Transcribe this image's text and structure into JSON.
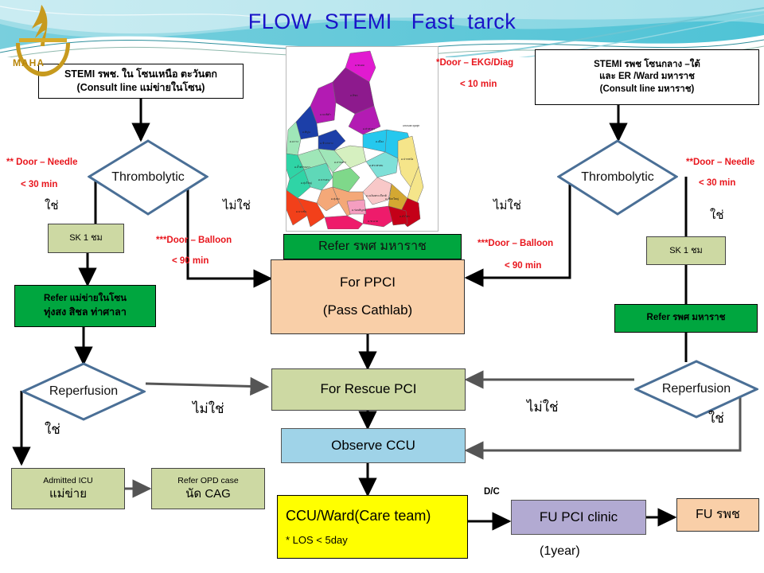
{
  "header": {
    "title": "FLOW  STEMI   Fast  tarck",
    "logo_text": "MAHA",
    "logo_icon": "temple-flame-logo",
    "banner_colors": {
      "teal": "#5cc8d8",
      "light_teal": "#a9e2ea",
      "white": "#ffffff"
    }
  },
  "colors": {
    "title": "#1a13c8",
    "annotation_red": "#e8161d",
    "green_box": "#00a63f",
    "sage_box": "#cdd9a3",
    "peach_box": "#f9cfa8",
    "blue_box": "#9fd3e8",
    "yellow_box": "#ffff00",
    "purple_box": "#b2aad2",
    "diamond_stroke": "#4a6f96",
    "arrow_black": "#000000",
    "arrow_gray": "#555555"
  },
  "nodes": {
    "start_left": {
      "line1": "STEMI  รพช. ใน โซนเหนือ    ตะวันตก",
      "line2": "(Consult   line  แม่ข่ายในโซน)"
    },
    "start_right": {
      "line1": "STEMI   รพช  โซนกลาง –ใต้",
      "line2": "และ  ER /Ward  มหาราช",
      "line3": "(Consult  line มหาราช)"
    },
    "thrombolytic_left": {
      "label": "Thrombolytic"
    },
    "thrombolytic_right": {
      "label": "Thrombolytic"
    },
    "sk_left": {
      "label": "SK  1 ชม"
    },
    "sk_right": {
      "label": "SK  1 ชม"
    },
    "refer_network_left": {
      "line1": "Refer แม่ข่ายในโซน",
      "line2": "ทุ่งสง    สิชล    ท่าศาลา"
    },
    "refer_maharaj_right": {
      "label": "Refer รพศ  มหาราช"
    },
    "refer_maharaj_center": {
      "label": "Refer รพศ  มหาราช"
    },
    "ppci": {
      "line1": "For  PPCI",
      "line2": "(Pass  Cathlab)"
    },
    "reperfusion_left": {
      "label": "Reperfusion"
    },
    "reperfusion_right": {
      "label": "Reperfusion"
    },
    "rescue_pci": {
      "label": "For Rescue PCI"
    },
    "observe_ccu": {
      "label": "Observe CCU"
    },
    "admitted_icu": {
      "line1": "Admitted  ICU",
      "line2": "แม่ข่าย"
    },
    "refer_opd": {
      "line1": "Refer  OPD case",
      "line2": "นัด CAG"
    },
    "ccu_ward": {
      "line1": "CCU/Ward(Care team)",
      "line2": "* LOS  < 5day"
    },
    "fu_pci_clinic": {
      "label": "FU  PCI clinic",
      "sub": "(1year)"
    },
    "fu_rpch": {
      "label": "FU  รพช"
    }
  },
  "annotations": {
    "door_ekg": {
      "line1": "*Door – EKG/Diag",
      "line2": "< 10 min"
    },
    "door_needle_left": {
      "line1": "** Door – Needle",
      "line2": "< 30 min"
    },
    "door_needle_right": {
      "line1": "**Door – Needle",
      "line2": "< 30 min"
    },
    "door_balloon_left": {
      "line1": "***Door – Balloon",
      "line2": "< 90 min"
    },
    "door_balloon_right": {
      "line1": "***Door – Balloon",
      "line2": "< 90 min"
    },
    "dc": "D/C"
  },
  "branch_labels": {
    "yes": "ใช่",
    "no": "ไม่ใช่",
    "thrombolytic_left_yes": "ใช่",
    "thrombolytic_left_no": "ไม่ใช่",
    "thrombolytic_right_yes": "ใช่",
    "thrombolytic_right_no": "ไม่ใช่",
    "reperfusion_left_yes": "ใช่",
    "reperfusion_left_no": "ไม่ใช่",
    "reperfusion_right_yes": "ใช่",
    "reperfusion_right_no": "ไม่ใช่"
  },
  "map": {
    "name": "nakhon-si-thammarat-district-map",
    "caption": ""
  }
}
